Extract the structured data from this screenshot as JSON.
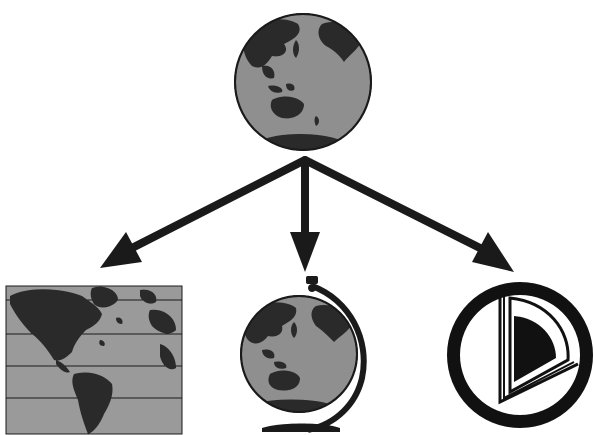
{
  "diagram": {
    "type": "illustration",
    "colors": {
      "ocean": "#8f8f8f",
      "land": "#2a2a2a",
      "outline": "#1a1a1a",
      "arrow": "#1a1a1a",
      "map_background": "#9a9a9a",
      "background": "#ffffff"
    },
    "nodes": [
      {
        "id": "earth",
        "icon": "earth-globe-icon"
      },
      {
        "id": "map",
        "icon": "flat-world-map-icon"
      },
      {
        "id": "desk-globe",
        "icon": "desk-globe-icon"
      },
      {
        "id": "earth-interior",
        "icon": "earth-cross-section-icon"
      }
    ],
    "edges": [
      {
        "from": "earth",
        "to": "map"
      },
      {
        "from": "earth",
        "to": "desk-globe"
      },
      {
        "from": "earth",
        "to": "earth-interior"
      }
    ]
  }
}
